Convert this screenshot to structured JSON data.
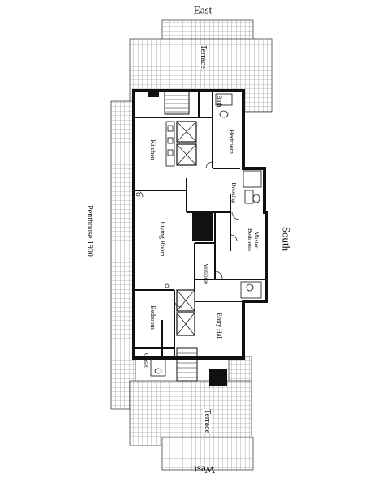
{
  "compass": {
    "top": "East",
    "bottom": "West",
    "right": "South"
  },
  "title": "Penthouse 1900",
  "rooms": {
    "terrace_top": "Terrace",
    "terrace_bottom": "Terrace",
    "bath": "Bath",
    "bedroom_east": "Bedroom",
    "kitchen": "Kitchen",
    "dressing": "Dressing",
    "living_room": "Living Room",
    "master_bedroom": "Master Bedroom",
    "vestibule": "Vestibule",
    "bedroom_west": "Bedroom",
    "entry_hall": "Entry Hall",
    "closet": "Closet"
  },
  "colors": {
    "wall": "#111111",
    "grid": "#777777",
    "paper": "#ffffff"
  }
}
